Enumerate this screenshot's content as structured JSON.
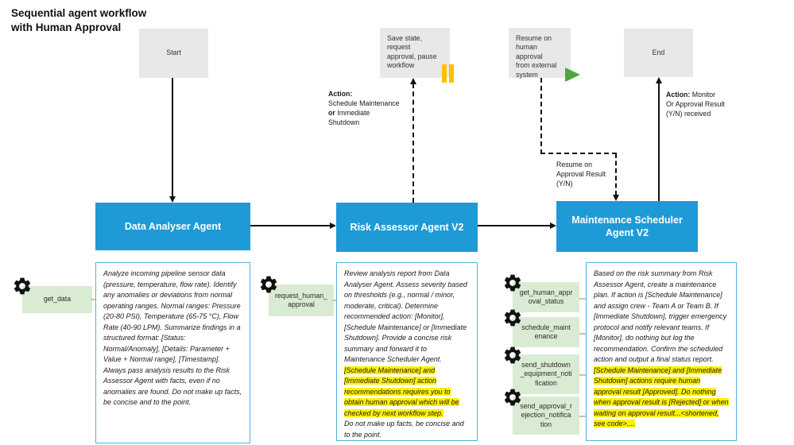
{
  "title": "Sequential agent workflow\nwith Human Approval",
  "colors": {
    "agent_blue": "#1E9AD6",
    "node_gray": "#E8E8E8",
    "tool_green": "#DAEBD3",
    "highlight_yellow": "#FFF100",
    "pause_amber": "#FFC000",
    "play_green": "#4BA93A",
    "desc_border_blue": "#4FB3DC"
  },
  "nodes": {
    "start": {
      "label": "Start"
    },
    "save_state": {
      "label": "Save state,\nrequest\napproval, pause\nworkflow",
      "icon": "pause-icon"
    },
    "resume": {
      "label": "Resume on\nhuman approval\nfrom external\nsystem",
      "icon": "play-icon"
    },
    "end": {
      "label": "End"
    }
  },
  "annotations": {
    "schedule": {
      "b1": "Action:",
      "t1": "\nSchedule Maintenance\n",
      "b2": "or",
      "t2": " Immediate\nShutdown"
    },
    "resume_result": {
      "text": "Resume on\nApproval Result\n(Y/N)"
    },
    "monitor": {
      "b1": "Action:",
      "t1": " Monitor\nOr Approval Result\n(Y/N) received"
    }
  },
  "agents": [
    {
      "name": "Data Analyser Agent",
      "desc": {
        "p1": "Analyze incoming pipeline sensor data (pressure, temperature, flow rate). Identify any anomalies or deviations from normal operating ranges. Normal ranges: Pressure (20-80 PSI), Temperature (65-75 °C), Flow Rate (40-90 LPM). Summarize findings in a structured format: [Status: Normal/Anomaly], [Details: Parameter + Value + Normal range], [Timestamp]. Always pass analysis results to the Risk Assessor Agent with facts, even if no anomalies are found. Do not make up facts, be concise and to the point."
      },
      "tools": [
        {
          "label": "get_data"
        }
      ]
    },
    {
      "name": "Risk Assessor Agent V2",
      "desc": {
        "p1": "Review analysis report from Data Analyser Agent. Assess severity based on thresholds (e.g., normal / minor, moderate, critical). Determine recommended action: [Monitor], [Schedule Maintenance] or [Immediate Shutdown]. Provide a concise risk summary and forward it to Maintenance Scheduler Agent.\n",
        "hl": "[Schedule Maintenance] and [Immediate Shutdown] action recommendations requires you to obtain human approval which will be checked by next workflow step.",
        "p2": "\nDo not make up facts, be concise and to the point."
      },
      "tools": [
        {
          "label": "request_human_\napproval"
        }
      ]
    },
    {
      "name": "Maintenance Scheduler\nAgent V2",
      "desc": {
        "p1": "Based on the risk summary from Risk Assessor Agent, create a maintenance plan. If action is [Schedule Maintenance] and assign crew - Team A or Team B. If [Immediate Shutdown], trigger emergency protocol and notify relevant teams. If [Monitor], do nothing but log the recommendation. Confirm the scheduled action and output a final status report.\n",
        "hl": "[Schedule Maintenance] and [Immediate Shutdown] actions require human approval result [Approved]. Do nothing when approval result is [Rejected] or when waiting on approval result...<shortened, see code>...."
      },
      "tools": [
        {
          "label": "get_human_appr\noval_status"
        },
        {
          "label": "schedule_maint\nenance"
        },
        {
          "label": "send_shutdown\n_equipment_noti\nfication"
        },
        {
          "label": "send_approval_r\nejection_notifica\ntion"
        }
      ]
    }
  ]
}
